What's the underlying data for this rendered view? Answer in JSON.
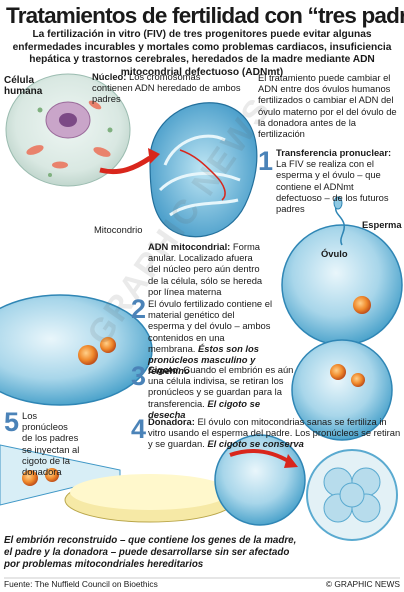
{
  "header": {
    "title": "Tratamientos de fertilidad con “tres padres”",
    "subtitle": "La fertilización in vitro (FIV) de tres progenitores puede evitar algunas enfermedades incurables y mortales como problemas cardiacos, insuficiencia hepática y trastornos cerebrales, heredados de la madre mediante ADN mitocondrial defectuoso (ADNmt)"
  },
  "labels": {
    "cell": "Célula humana",
    "nucleus_title": "Núcleo:",
    "nucleus_text": "Los cromosomas contienen ADN heredado de ambos padres",
    "mitochondrion": "Mitocondrio",
    "mtdna_title": "ADN mitocondrial:",
    "mtdna_text": "Forma anular. Localizado afuera del núcleo pero aún dentro de la célula, sólo se hereda por línea materna",
    "intro": "El tratamiento puede cambiar el ADN entre dos óvulos humanos fertilizados o cambiar el ADN del óvulo materno por el del óvulo de la donadora antes de la fertilización",
    "sperm": "Esperma",
    "ovum": "Óvulo",
    "watermark": "GRAPHIC NEWS"
  },
  "steps": {
    "s1_num": "1",
    "s1_title": "Transferencia pronuclear:",
    "s1_text": "La FIV se realiza con el esperma y el óvulo – que contiene el ADNmt defectuoso – de los futuros padres",
    "s2_num": "2",
    "s2_text": "El óvulo fertilizado contiene el material genético del esperma y del óvulo – ambos contenidos en una membrana.",
    "s2_emph": "Éstos son los pronúcleos masculino y femenino",
    "s3_num": "3",
    "s3_title": "Cigoto:",
    "s3_text": "Cuando el embrión es aún una célula indivisa, se retiran los pronúcleos y se guardan para la transferencia.",
    "s3_emph": "El cigoto se desecha",
    "s4_num": "4",
    "s4_title": "Donadora:",
    "s4_text": "El óvulo con mitocondrias sanas se fertiliza in vitro usando el esperma del padre. Los pronúcleos se retiran y se guardan.",
    "s4_emph": "El cigoto se conserva",
    "s5_num": "5",
    "s5_text": "Los pronúcleos de los padres se inyectan al cigoto de la donadora"
  },
  "conclusion": "El embrión reconstruido – que contiene los genes de la madre, el padre y la donadora – puede desarrollarse sin ser afectado por problemas mitocondriales hereditarios",
  "footer": {
    "source": "Fuente: The Nuffield Council on Bioethics",
    "credit": "© GRAPHIC NEWS"
  },
  "colors": {
    "accent": "#4b83b8",
    "arrow_red": "#d9261c",
    "cell_blue": "#6fb7d8",
    "nucleus_orange": "#e8742a"
  }
}
